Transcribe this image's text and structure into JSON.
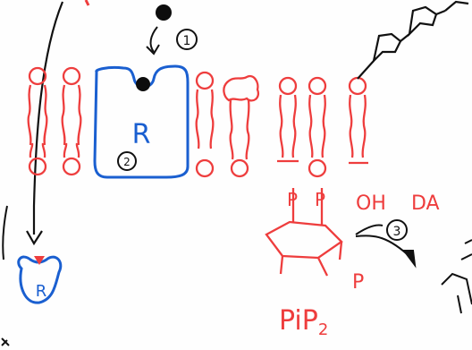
{
  "labels": {
    "receptor_top": "R",
    "receptor_bottom": "R",
    "step1": "1",
    "step2": "2",
    "step3": "3",
    "p_left": "P",
    "p_right": "P",
    "oh": "OH",
    "da": "DA",
    "p_bottom": "P",
    "pip2": "PiP",
    "pip2_sub": "2"
  },
  "colors": {
    "membrane": "#ee3d3d",
    "receptor": "#1a5fd0",
    "ink": "#111111",
    "ligand": "#0d0d0d"
  }
}
